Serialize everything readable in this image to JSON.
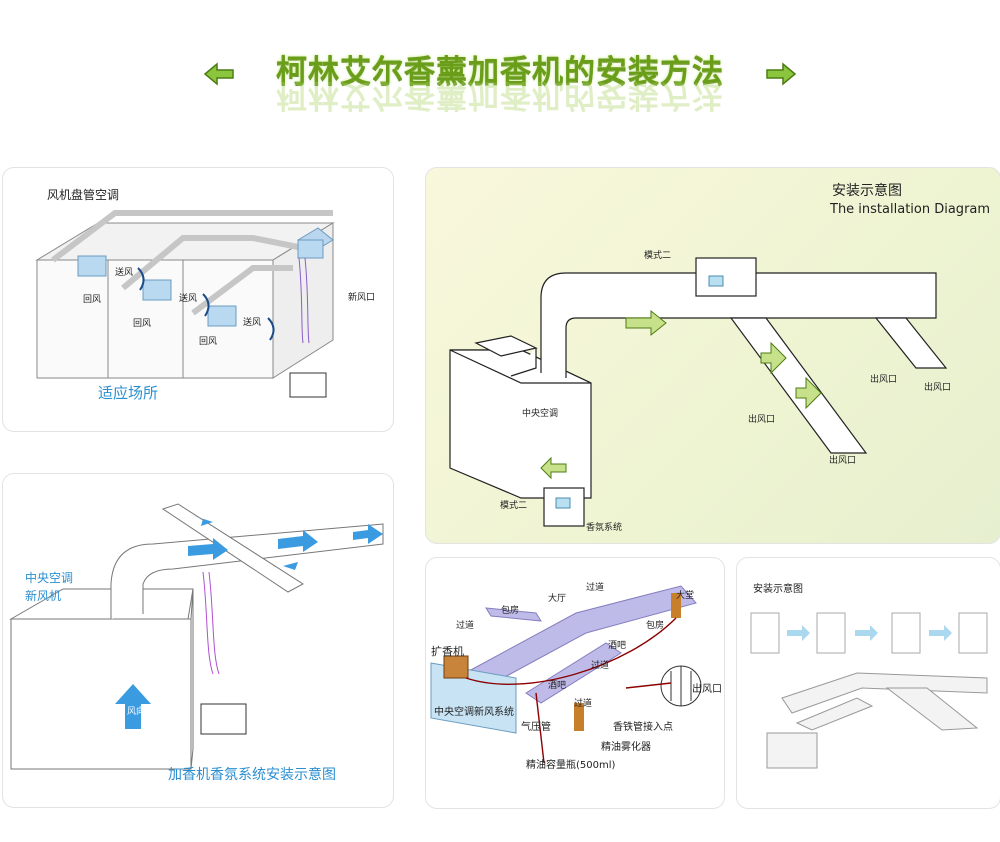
{
  "title": "柯林艾尔香薰加香机的安装方法",
  "panel1": {
    "heading": "风机盘管空调",
    "caption": "适应场所",
    "labels": {
      "send1": "送风",
      "send2": "送风",
      "send3": "送风",
      "ret1": "回风",
      "ret2": "回风",
      "ret3": "回风",
      "fresh": "新风口"
    }
  },
  "panel2": {
    "title_cn": "安装示意图",
    "title_en": "The installation Diagram",
    "mode_top": "模式二",
    "mode_bottom": "模式二",
    "central": "中央空调",
    "aroma": "香氛系统",
    "outlet1": "出风口",
    "outlet2": "出风口",
    "outlet3": "出风口",
    "outlet4": "出风口"
  },
  "panel3": {
    "unit_label": "中央空调\n新风机",
    "unit_line1": "中央空调",
    "unit_line2": "新风机",
    "wind": "风向",
    "caption": "加香机香氛系统安装示意图"
  },
  "panel4": {
    "diffuser": "扩香机",
    "system": "中央空调新风系统",
    "air_pipe": "气压管",
    "iron_pipe": "香铁管接入点",
    "atomizer": "精油雾化器",
    "bottle": "精油容量瓶(500ml)",
    "outlet": "出风口",
    "duct_labels": [
      "过道",
      "包房",
      "大厅",
      "过道",
      "大堂",
      "包房",
      "酒吧",
      "过道",
      "酒吧",
      "过道"
    ]
  },
  "panel5": {
    "title": "安装示意图"
  },
  "colors": {
    "title_green": "#6a9e1a",
    "blue_caption": "#2a8fd1",
    "duct_purple": "#b7b4e6",
    "arrow_blue": "#3a9be0"
  }
}
